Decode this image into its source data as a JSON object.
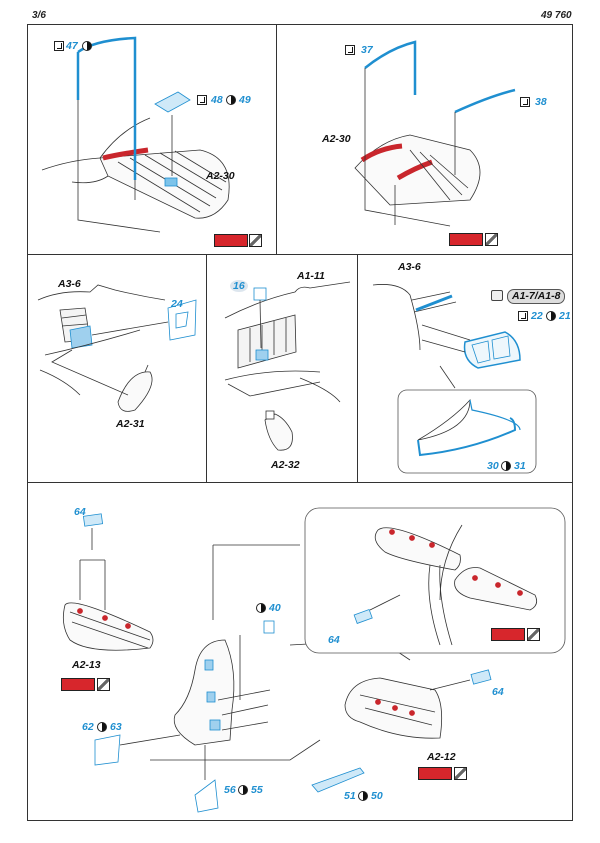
{
  "header": {
    "page": "3/6",
    "set_number": "49 760"
  },
  "colors": {
    "etch_blue": "#1f8fd0",
    "paint_red": "#d7262c",
    "line": "#333333"
  },
  "icons": {
    "fold": "fold-icon",
    "remove": "half-circle-icon",
    "metal": "metal-swatch-icon",
    "camera": "camera-icon"
  },
  "panels": {
    "p1": {
      "part_a": "47",
      "part_b": "48",
      "part_c": "49",
      "ref": "A2-30"
    },
    "p2": {
      "part_a": "37",
      "part_b": "38",
      "ref": "A2-30"
    },
    "p3": {
      "part": "24",
      "ref_top": "A3-6",
      "ref_bottom": "A2-31"
    },
    "p4": {
      "part": "16",
      "ref_top": "A1-11",
      "ref_bottom": "A2-32"
    },
    "p5": {
      "ref_top": "A3-6",
      "ref_box": "A1-7/A1-8",
      "part_a": "22",
      "part_b": "21",
      "part_c": "30",
      "part_d": "31"
    },
    "p6": {
      "part_64a": "64",
      "part_40": "40",
      "part_64b": "64",
      "part_64c": "64",
      "part_62": "62",
      "part_63": "63",
      "part_56": "56",
      "part_55": "55",
      "part_51": "51",
      "part_50": "50",
      "ref_a": "A2-13",
      "ref_b": "A2-12"
    }
  }
}
